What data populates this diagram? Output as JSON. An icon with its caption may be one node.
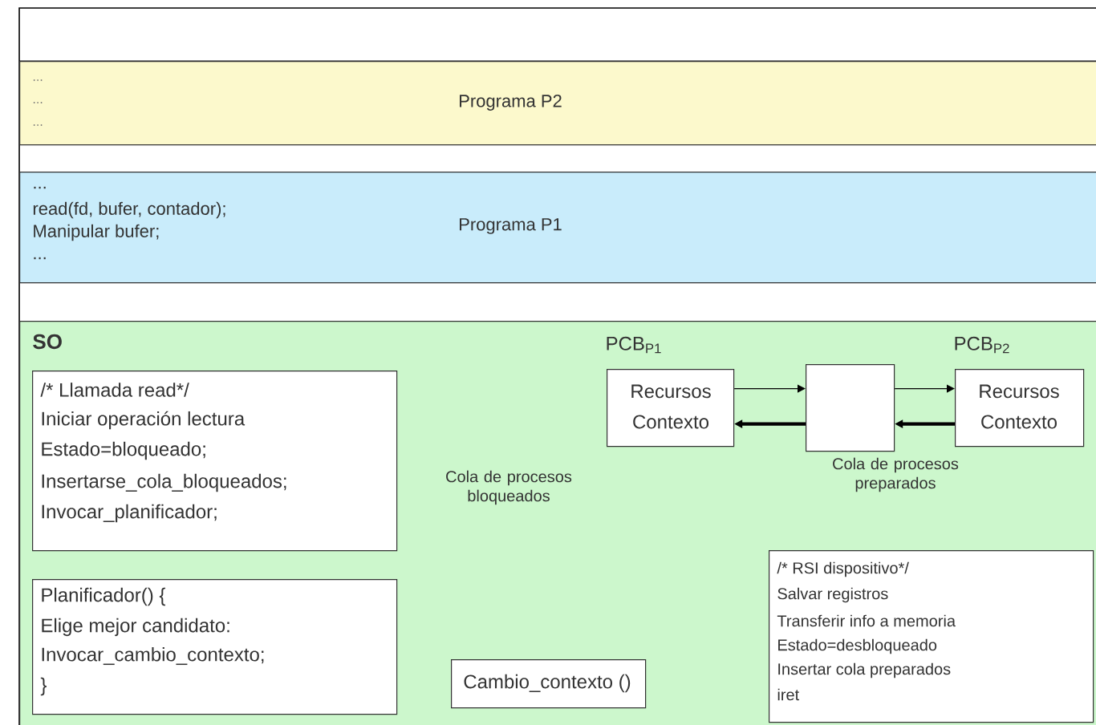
{
  "diagram": {
    "nodes": [
      {
        "text": [
          "...",
          "...",
          "...",
          "Programa P2"
        ]
      },
      {
        "text": [
          "...",
          "read(fd, bufer, contador);",
          "Manipular bufer;",
          "...",
          "Programa P1"
        ]
      },
      {
        "text": [
          "SO"
        ]
      },
      {
        "text": [
          "/* Llamada read*/",
          "Iniciar operación lectura",
          "Estado=bloqueado;",
          "Insertarse_cola_bloqueados;",
          "Invocar_planificador;"
        ],
        "in": 2
      },
      {
        "text": [
          "PCB$_{P1}$",
          "Recursos",
          "Contexto"
        ],
        "in": 2
      },
      {
        "text": [],
        "shape": "box",
        "in": 2,
        "beside": [
          "Cola de procesos preparados"
        ]
      },
      {
        "text": [
          "PCB$_{P2}$",
          "Recursos",
          "Contexto"
        ],
        "in": 2
      },
      {
        "text": [
          "Planificador() {",
          "Elige mejor candidato:",
          "Invocar_cambio_contexto;",
          "}"
        ],
        "in": 2
      },
      {
        "text": [
          "Cambio_contexto ()"
        ],
        "in": 2
      },
      {
        "text": [
          "/* RSI dispositivo*/",
          "Salvar registros",
          "Transferir info a memoria",
          "Estado=desbloqueado",
          "Insertar cola preparados",
          "iret"
        ],
        "in": 2
      }
    ],
    "edges": [
      {
        "from": 4,
        "to": 5,
        "arrow": "to"
      },
      {
        "from": 5,
        "to": 4,
        "arrow": "to",
        "style": "thick"
      },
      {
        "from": 5,
        "to": 6,
        "arrow": "to"
      },
      {
        "from": 6,
        "to": 5,
        "arrow": "to",
        "style": "thick"
      }
    ],
    "labels": [
      "Cola de procesos bloqueados"
    ]
  }
}
